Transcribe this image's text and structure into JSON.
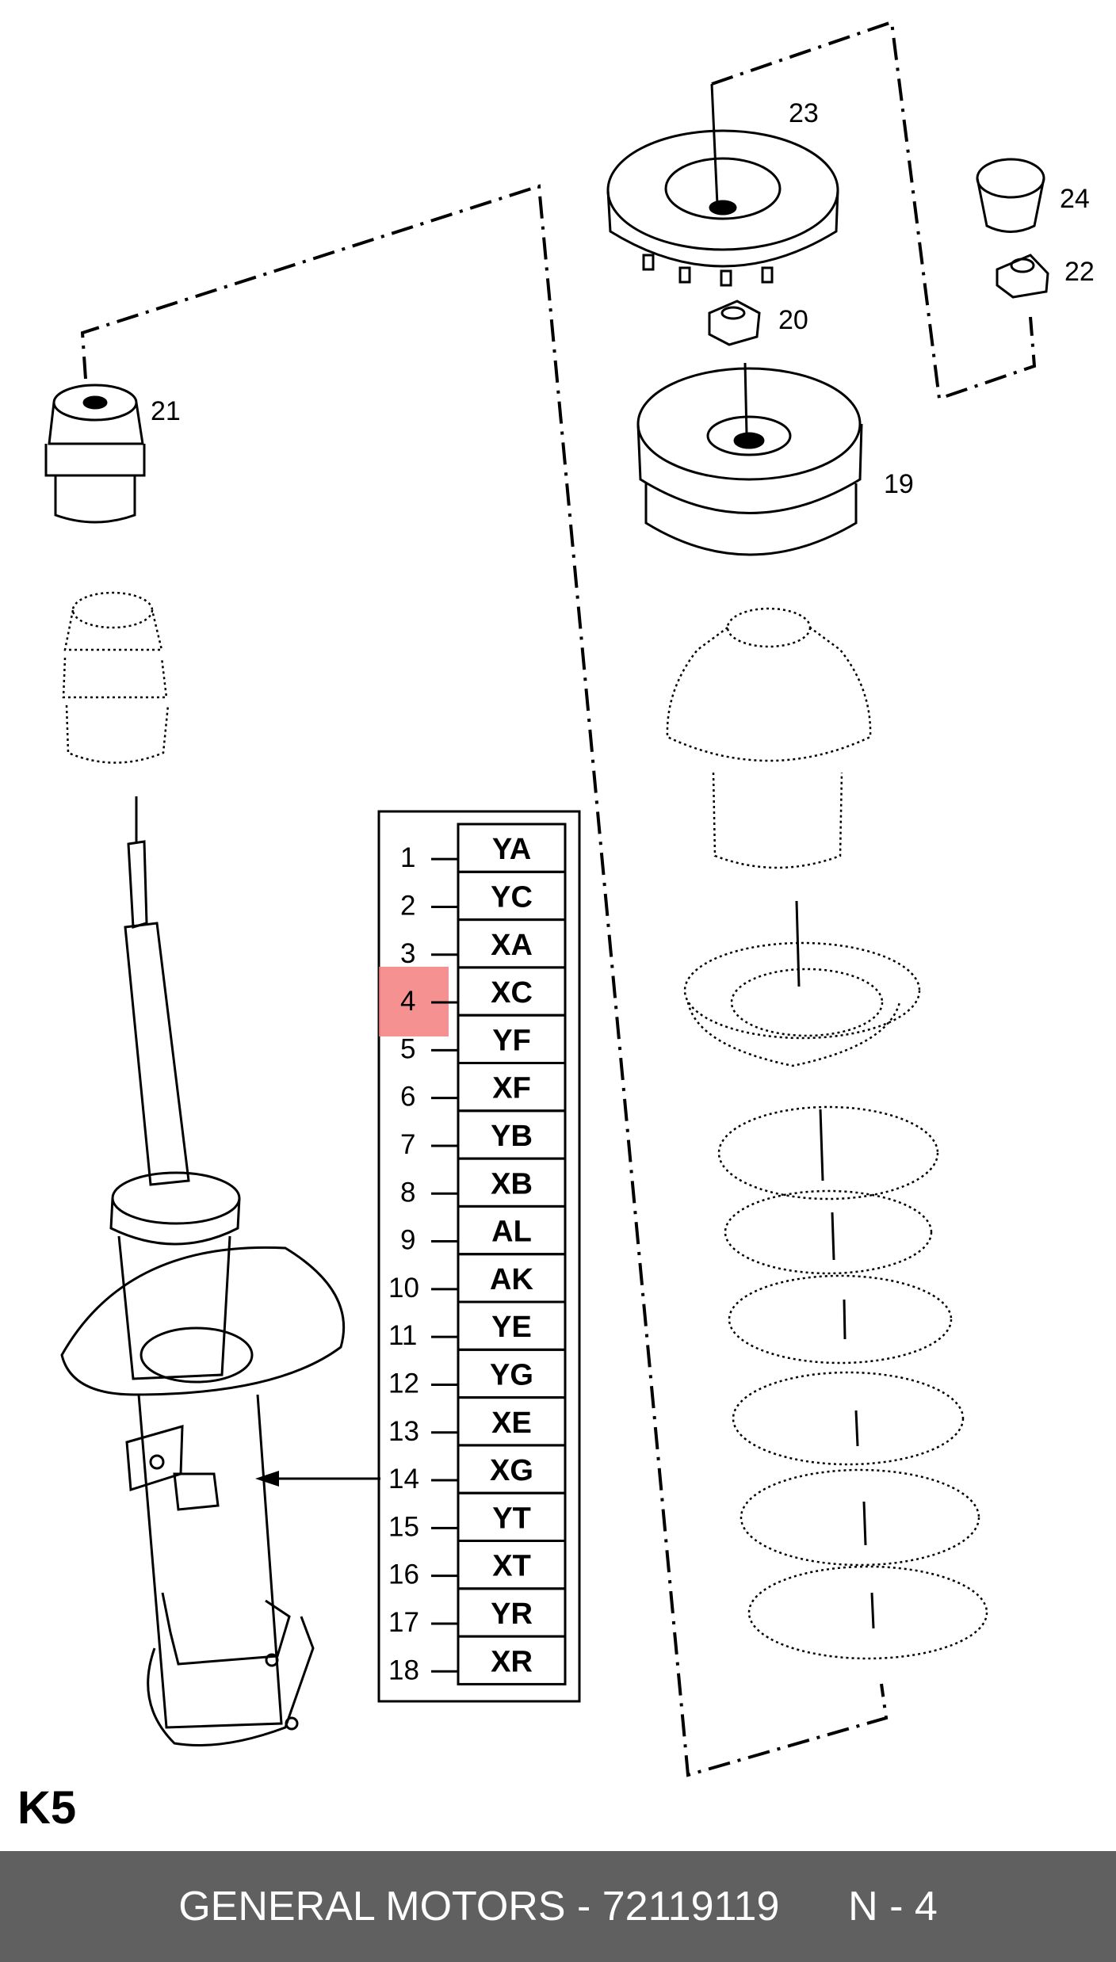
{
  "section_label": "K5",
  "footer": {
    "brand": "GENERAL MOTORS",
    "separator": " - ",
    "part_number": "72119119",
    "page": "N - 4"
  },
  "callouts": [
    "23",
    "24",
    "22",
    "20",
    "21",
    "19"
  ],
  "variant_table": {
    "rows": [
      {
        "num": "1",
        "code": "YA"
      },
      {
        "num": "2",
        "code": "YC"
      },
      {
        "num": "3",
        "code": "XA"
      },
      {
        "num": "4",
        "code": "XC"
      },
      {
        "num": "5",
        "code": "YF"
      },
      {
        "num": "6",
        "code": "XF"
      },
      {
        "num": "7",
        "code": "YB"
      },
      {
        "num": "8",
        "code": "XB"
      },
      {
        "num": "9",
        "code": "AL"
      },
      {
        "num": "10",
        "code": "AK"
      },
      {
        "num": "11",
        "code": "YE"
      },
      {
        "num": "12",
        "code": "YG"
      },
      {
        "num": "13",
        "code": "XE"
      },
      {
        "num": "14",
        "code": "XG"
      },
      {
        "num": "15",
        "code": "YT"
      },
      {
        "num": "16",
        "code": "XT"
      },
      {
        "num": "17",
        "code": "YR"
      },
      {
        "num": "18",
        "code": "XR"
      }
    ],
    "highlighted_row": "4",
    "highlight_color": "#f47e7e"
  }
}
